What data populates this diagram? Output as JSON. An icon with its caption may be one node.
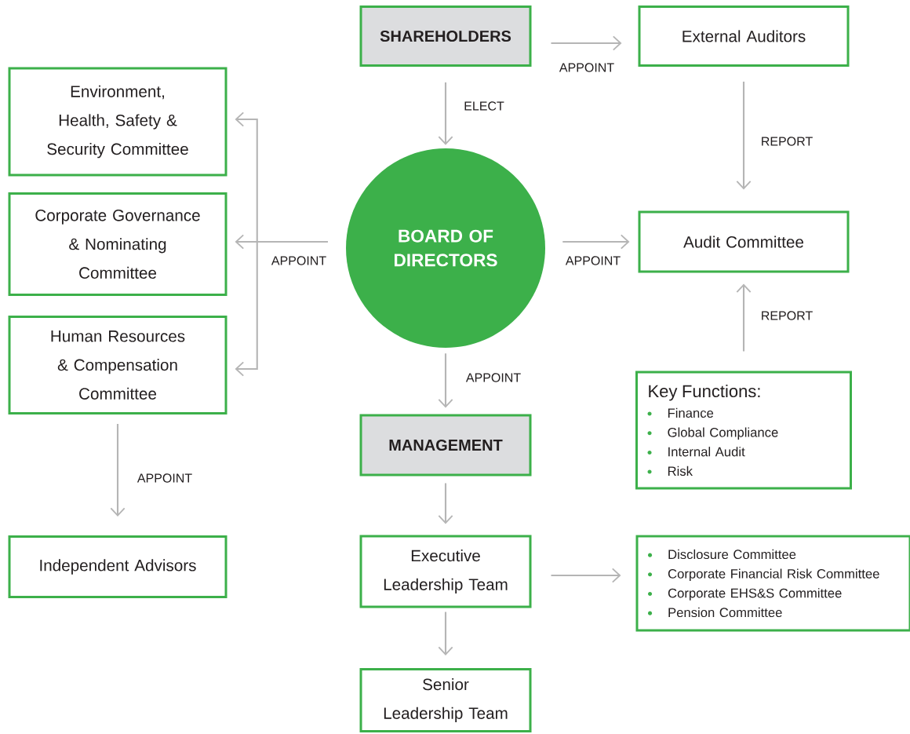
{
  "diagram": {
    "nodes": [
      {
        "text": [
          "SHAREHOLDERS"
        ]
      },
      {
        "text": [
          "External Auditors"
        ]
      },
      {
        "text": [
          "Environment, Health, Safety & Security Committee"
        ]
      },
      {
        "text": [
          "Corporate Governance & Nominating Committee"
        ]
      },
      {
        "text": [
          "Human Resources & Compensation Committee"
        ]
      },
      {
        "text": [
          "BOARD OF DIRECTORS"
        ]
      },
      {
        "text": [
          "Audit Committee"
        ]
      },
      {
        "text": [
          "Key Functions:",
          "Finance",
          "Global Compliance",
          "Internal Audit",
          "Risk"
        ]
      },
      {
        "text": [
          "MANAGEMENT"
        ]
      },
      {
        "text": [
          "Independent Advisors"
        ]
      },
      {
        "text": [
          "Executive Leadership Team"
        ]
      },
      {
        "text": [
          "Disclosure Committee",
          "Corporate Financial Risk Committee",
          "Corporate EHS&S Committee",
          "Pension Committee"
        ]
      },
      {
        "text": [
          "Senior Leadership Team"
        ]
      }
    ],
    "edges": [
      {
        "from": 0,
        "to": 1,
        "arrow": "to",
        "label": "APPOINT"
      },
      {
        "from": 0,
        "to": 5,
        "arrow": "to",
        "label": "ELECT"
      },
      {
        "from": 1,
        "to": 6,
        "arrow": "to",
        "label": "REPORT"
      },
      {
        "from": 5,
        "to": 2,
        "arrow": "to"
      },
      {
        "from": 5,
        "to": 3,
        "arrow": "to",
        "label": "APPOINT"
      },
      {
        "from": 5,
        "to": 4,
        "arrow": "to"
      },
      {
        "from": 5,
        "to": 6,
        "arrow": "to",
        "label": "APPOINT"
      },
      {
        "from": 7,
        "to": 6,
        "arrow": "to",
        "label": "REPORT"
      },
      {
        "from": 5,
        "to": 8,
        "arrow": "to",
        "label": "APPOINT"
      },
      {
        "from": 4,
        "to": 9,
        "arrow": "to",
        "label": "APPOINT"
      },
      {
        "from": 8,
        "to": 10,
        "arrow": "to"
      },
      {
        "from": 10,
        "to": 11,
        "arrow": "to"
      },
      {
        "from": 10,
        "to": 12,
        "arrow": "to"
      }
    ]
  }
}
